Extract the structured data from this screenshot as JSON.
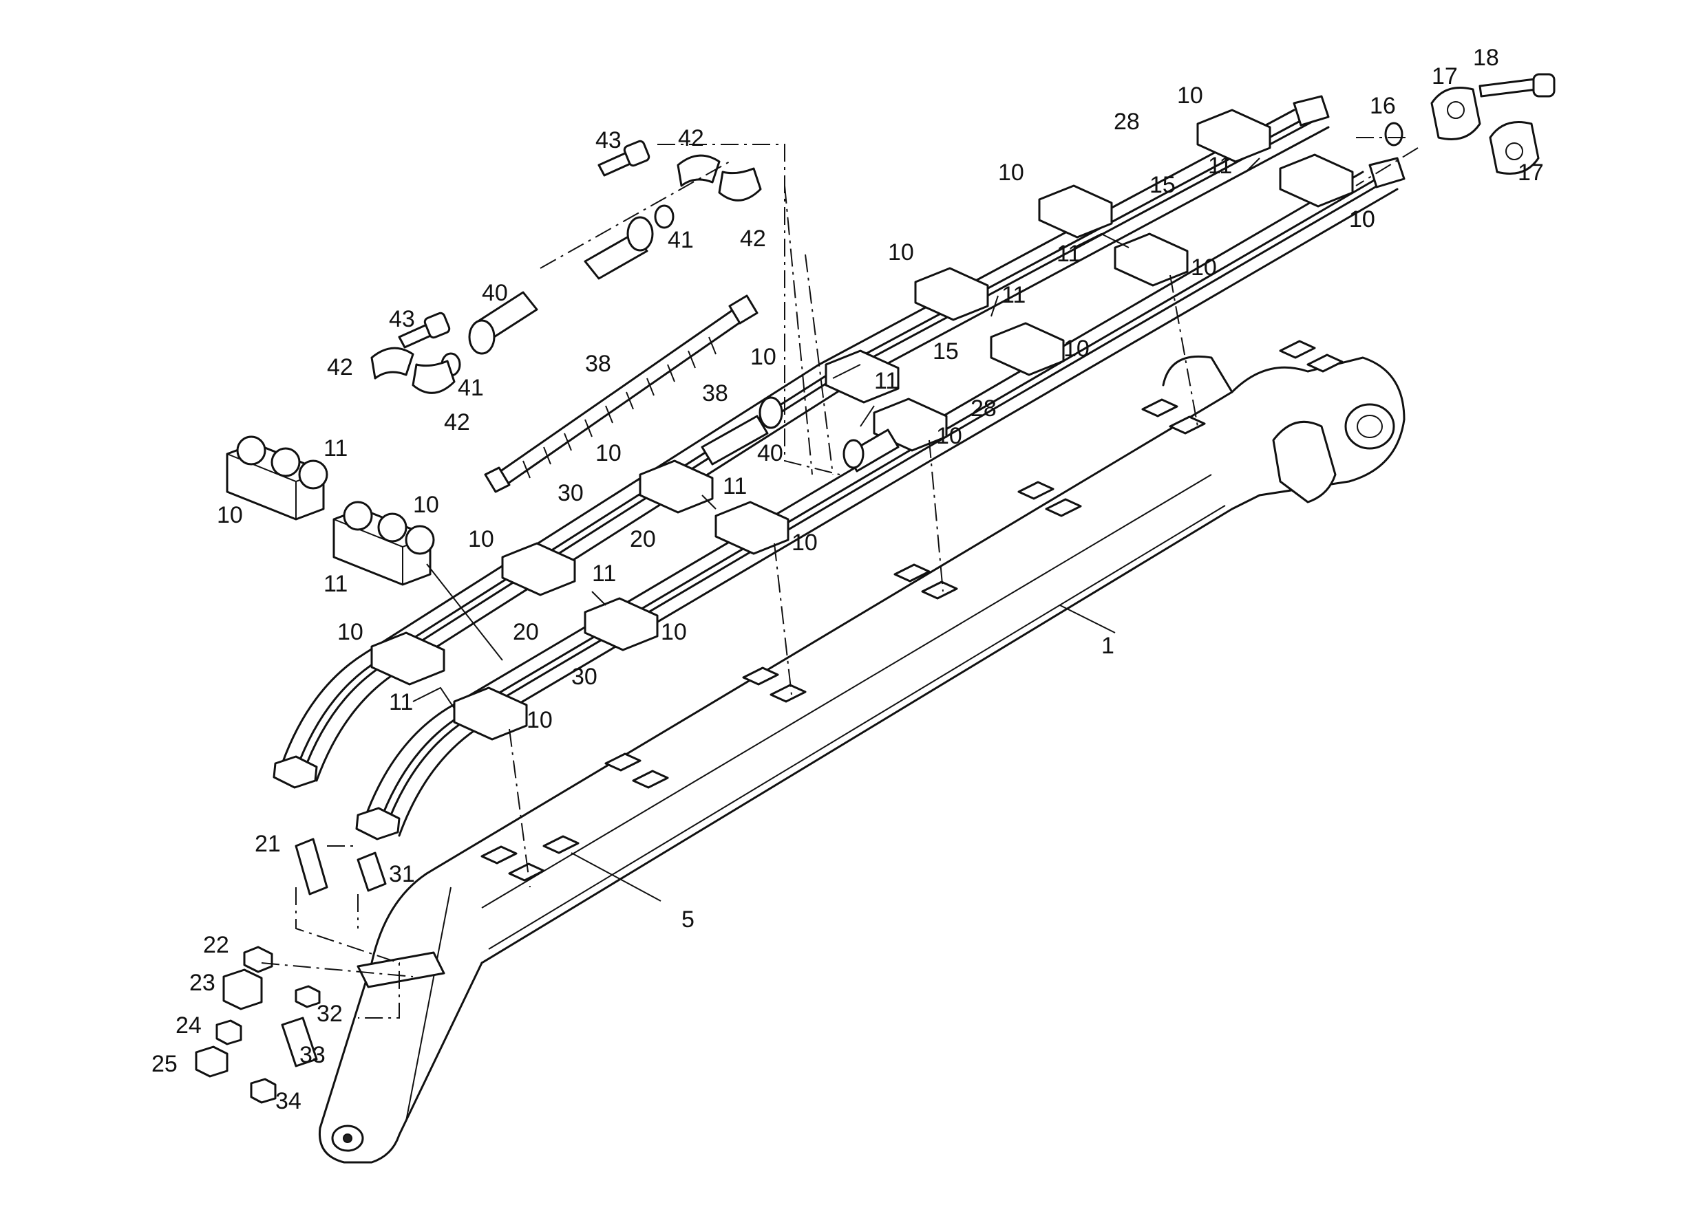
{
  "diagram": {
    "callouts": [
      {
        "id": "c-1",
        "text": "1"
      },
      {
        "id": "c-5",
        "text": "5"
      },
      {
        "id": "c-10",
        "text": "10"
      },
      {
        "id": "c-11",
        "text": "11"
      },
      {
        "id": "c-15",
        "text": "15"
      },
      {
        "id": "c-16",
        "text": "16"
      },
      {
        "id": "c-17",
        "text": "17"
      },
      {
        "id": "c-18",
        "text": "18"
      },
      {
        "id": "c-20",
        "text": "20"
      },
      {
        "id": "c-21",
        "text": "21"
      },
      {
        "id": "c-22",
        "text": "22"
      },
      {
        "id": "c-23",
        "text": "23"
      },
      {
        "id": "c-24",
        "text": "24"
      },
      {
        "id": "c-25",
        "text": "25"
      },
      {
        "id": "c-28",
        "text": "28"
      },
      {
        "id": "c-30",
        "text": "30"
      },
      {
        "id": "c-31",
        "text": "31"
      },
      {
        "id": "c-32",
        "text": "32"
      },
      {
        "id": "c-33",
        "text": "33"
      },
      {
        "id": "c-34",
        "text": "34"
      },
      {
        "id": "c-38",
        "text": "38"
      },
      {
        "id": "c-40",
        "text": "40"
      },
      {
        "id": "c-41",
        "text": "41"
      },
      {
        "id": "c-42",
        "text": "42"
      },
      {
        "id": "c-43",
        "text": "43"
      }
    ]
  }
}
